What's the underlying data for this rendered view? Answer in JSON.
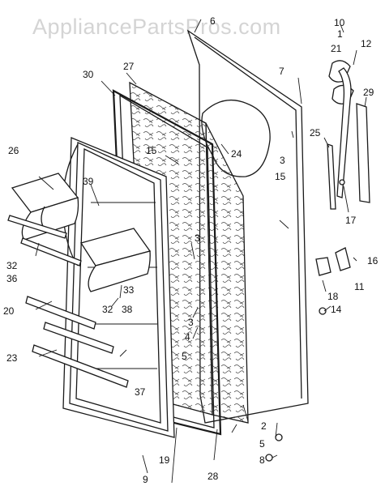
{
  "watermark": "AppliancePartsPros.com",
  "callouts": [
    {
      "id": "1",
      "label": "1"
    },
    {
      "id": "2",
      "label": "2"
    },
    {
      "id": "3a",
      "label": "3"
    },
    {
      "id": "3b",
      "label": "3"
    },
    {
      "id": "3c",
      "label": "3"
    },
    {
      "id": "4",
      "label": "4"
    },
    {
      "id": "5a",
      "label": "5"
    },
    {
      "id": "5b",
      "label": "5"
    },
    {
      "id": "6",
      "label": "6"
    },
    {
      "id": "7",
      "label": "7"
    },
    {
      "id": "8",
      "label": "8"
    },
    {
      "id": "9",
      "label": "9"
    },
    {
      "id": "10",
      "label": "10"
    },
    {
      "id": "11",
      "label": "11"
    },
    {
      "id": "12",
      "label": "12"
    },
    {
      "id": "14",
      "label": "14"
    },
    {
      "id": "15a",
      "label": "15"
    },
    {
      "id": "15b",
      "label": "15"
    },
    {
      "id": "16",
      "label": "16"
    },
    {
      "id": "17",
      "label": "17"
    },
    {
      "id": "18",
      "label": "18"
    },
    {
      "id": "19",
      "label": "19"
    },
    {
      "id": "20",
      "label": "20"
    },
    {
      "id": "21",
      "label": "21"
    },
    {
      "id": "23",
      "label": "23"
    },
    {
      "id": "24",
      "label": "24"
    },
    {
      "id": "25",
      "label": "25"
    },
    {
      "id": "26",
      "label": "26"
    },
    {
      "id": "27",
      "label": "27"
    },
    {
      "id": "28",
      "label": "28"
    },
    {
      "id": "29",
      "label": "29"
    },
    {
      "id": "30",
      "label": "30"
    },
    {
      "id": "32a",
      "label": "32"
    },
    {
      "id": "32b",
      "label": "32"
    },
    {
      "id": "33",
      "label": "33"
    },
    {
      "id": "36",
      "label": "36"
    },
    {
      "id": "37",
      "label": "37"
    },
    {
      "id": "38",
      "label": "38"
    },
    {
      "id": "39",
      "label": "39"
    }
  ]
}
